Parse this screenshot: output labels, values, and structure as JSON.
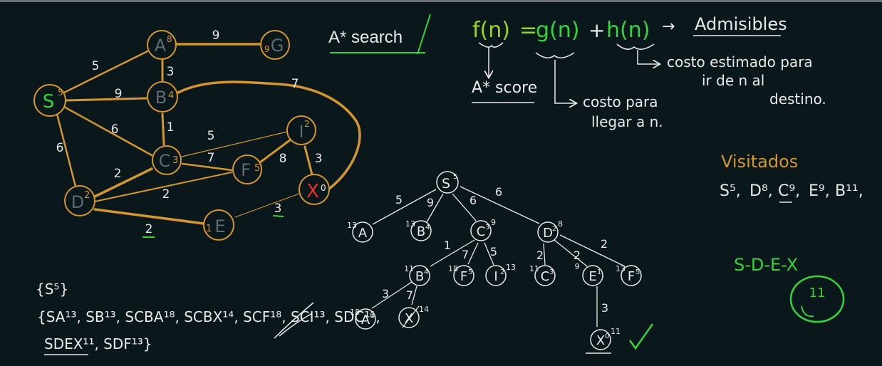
{
  "title": "A* search",
  "colors": {
    "background": "#0a171b",
    "orange": "#d4962f",
    "green": "#34d53c",
    "white": "#e9e9e9",
    "red": "#e8322c",
    "node_fill": "#5f6a71",
    "lime": "#9ad321"
  },
  "graph": {
    "nodes": [
      {
        "id": "S",
        "label": "S",
        "h": "5"
      },
      {
        "id": "A",
        "label": "A",
        "h": "8"
      },
      {
        "id": "G",
        "label": "G",
        "h": "9"
      },
      {
        "id": "B",
        "label": "B",
        "h": "4"
      },
      {
        "id": "C",
        "label": "C",
        "h": "3"
      },
      {
        "id": "I",
        "label": "I",
        "h": "2"
      },
      {
        "id": "F",
        "label": "F",
        "h": "5"
      },
      {
        "id": "D",
        "label": "D",
        "h": "2"
      },
      {
        "id": "X",
        "label": "X",
        "h": "0"
      },
      {
        "id": "E",
        "label": "E",
        "h": "1"
      }
    ],
    "edge_weights": {
      "A_G": "9",
      "S_A": "5",
      "A_B": "3",
      "S_B": "9",
      "B_X": "7",
      "S_C": "6",
      "B_C": "1",
      "C_I": "5",
      "C_F": "7",
      "F_I": "8",
      "I_X": "3",
      "S_D": "6",
      "C_D": "2",
      "D_F": "2",
      "E_X": "3",
      "D_E": "2"
    }
  },
  "formula": {
    "f": "f(n)",
    "eq": "=",
    "g": "g(n)",
    "plus": "+",
    "h": "h(n)",
    "arrow": "→",
    "admissible": "Admisibles",
    "score_label": "A* score",
    "g_desc_1": "costo para",
    "g_desc_2": "llegar a n.",
    "h_desc_1": "costo estimado para",
    "h_desc_2": "ir de n al",
    "h_desc_3": "destino."
  },
  "visited": {
    "label": "Visitados",
    "items": [
      "S⁵,",
      "D⁸,",
      "C⁹,",
      "E⁹,",
      "B¹¹,"
    ]
  },
  "result_path": "S-D-E-X",
  "smiley": "11",
  "tree": {
    "root": {
      "label": "S",
      "score": "5"
    },
    "edge_labels": {
      "S_A": "5",
      "S_B": "9",
      "S_C": "6",
      "S_D": "6",
      "C_B": "1",
      "C_F": "7",
      "C_I": "5",
      "D_C": "2",
      "D_E": "2",
      "D_F": "2",
      "B_A": "3",
      "B_X": "7",
      "E_X": "3",
      "D_E_sub": "9"
    },
    "nodes": [
      {
        "id": "t-A1",
        "label": "A",
        "g": "13",
        "h": "",
        "score": ""
      },
      {
        "id": "t-B1",
        "label": "B",
        "g": "13",
        "h": "4",
        "score": ""
      },
      {
        "id": "t-C1",
        "label": "C",
        "g": "",
        "h": "3",
        "score": "9"
      },
      {
        "id": "t-D1",
        "label": "D",
        "g": "",
        "h": "2",
        "score": "8"
      },
      {
        "id": "t-B2",
        "label": "B",
        "g": "11",
        "h": "4",
        "score": ""
      },
      {
        "id": "t-F1",
        "label": "F",
        "g": "18",
        "h": "5",
        "score": ""
      },
      {
        "id": "t-I1",
        "label": "I",
        "g": "",
        "h": "2",
        "score": "13"
      },
      {
        "id": "t-C2",
        "label": "C",
        "g": "11",
        "h": "3",
        "score": ""
      },
      {
        "id": "t-E1",
        "label": "E",
        "g": "",
        "h": "1",
        "score": ""
      },
      {
        "id": "t-F2",
        "label": "F",
        "g": "13",
        "h": "5",
        "score": ""
      },
      {
        "id": "t-A2",
        "label": "A",
        "g": "18",
        "h": "8",
        "score": ""
      },
      {
        "id": "t-X1",
        "label": "X",
        "g": "",
        "h": "",
        "score": "14"
      },
      {
        "id": "t-X2",
        "label": "X",
        "g": "",
        "h": "0",
        "score": "11"
      }
    ]
  },
  "frontier": {
    "line1": "{S⁵}",
    "line2": "{SA¹³, SB¹³, SCBA¹⁸, SCBX¹⁴, SCF¹⁸, SCI¹³, SDC¹¹,",
    "line3": "SDEX¹¹, SDF¹³}"
  }
}
